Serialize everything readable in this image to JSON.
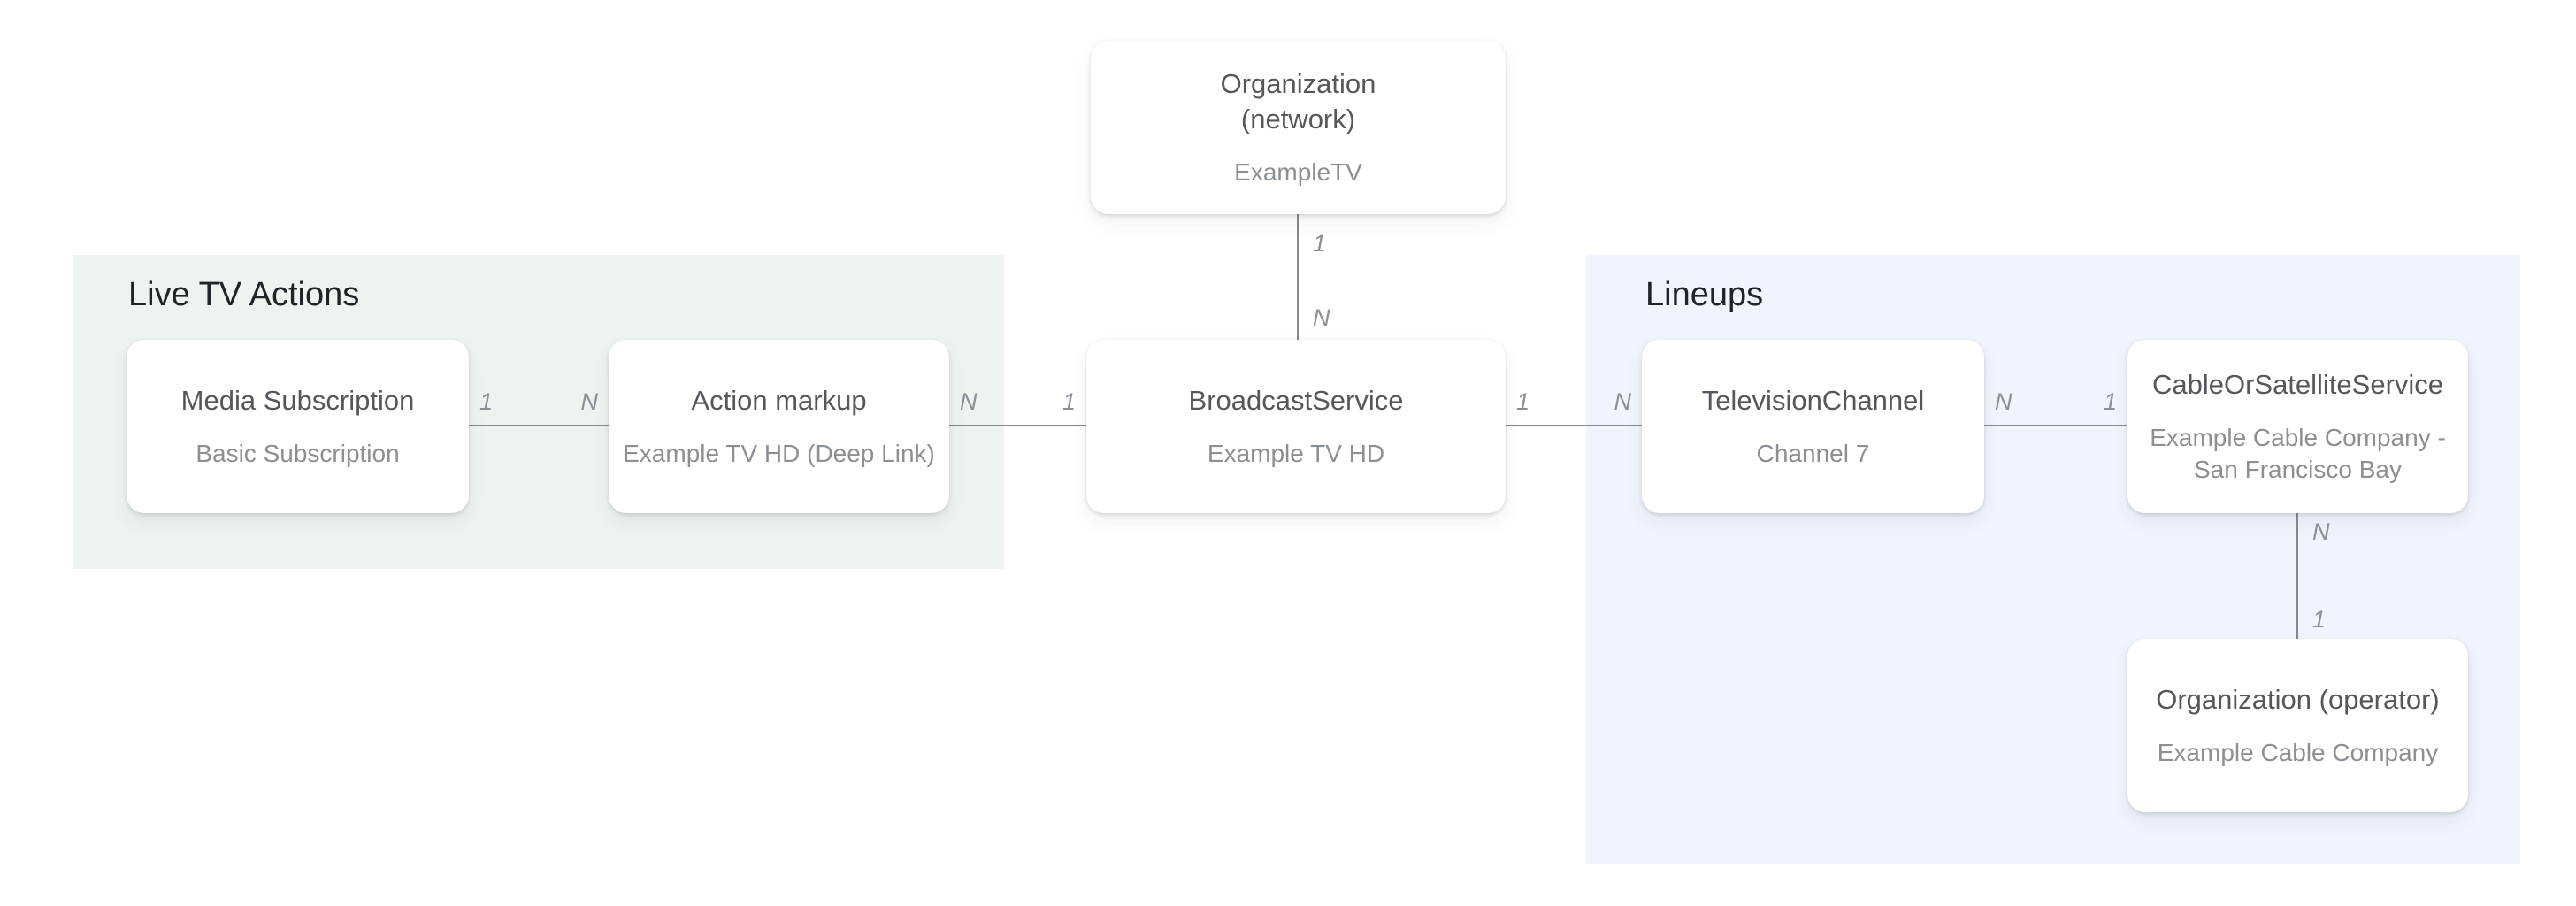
{
  "diagram": {
    "regions": {
      "live_tv_actions": {
        "title": "Live TV Actions",
        "bg_color": "#edf4f0"
      },
      "lineups": {
        "title": "Lineups",
        "bg_color": "#f0f4fc"
      }
    },
    "nodes": {
      "organization_network": {
        "title": "Organization\n(network)",
        "subtitle": "ExampleTV"
      },
      "media_subscription": {
        "title": "Media Subscription",
        "subtitle": "Basic Subscription"
      },
      "action_markup": {
        "title": "Action markup",
        "subtitle": "Example TV HD (Deep Link)"
      },
      "broadcast_service": {
        "title": "BroadcastService",
        "subtitle": "Example TV HD"
      },
      "television_channel": {
        "title": "TelevisionChannel",
        "subtitle": "Channel 7"
      },
      "cable_or_satellite_service": {
        "title": "CableOrSatelliteService",
        "subtitle": "Example Cable Company -\nSan Francisco Bay"
      },
      "organization_operator": {
        "title": "Organization (operator)",
        "subtitle": "Example Cable Company"
      }
    },
    "connectors": {
      "media_to_action": {
        "start_label": "1",
        "end_label": "N"
      },
      "action_to_broadcast": {
        "start_label": "N",
        "end_label": "1"
      },
      "broadcast_to_television": {
        "start_label": "1",
        "end_label": "N"
      },
      "television_to_cable": {
        "start_label": "N",
        "end_label": "1"
      },
      "network_to_broadcast": {
        "start_label": "1",
        "end_label": "N"
      },
      "cable_to_operator": {
        "start_label": "N",
        "end_label": "1"
      }
    },
    "colors": {
      "connector_line": "#85898e",
      "cardinality_text": "#8b9096",
      "node_title": "#54585c",
      "node_subtitle": "#8b9095",
      "region_title": "#202428"
    }
  }
}
